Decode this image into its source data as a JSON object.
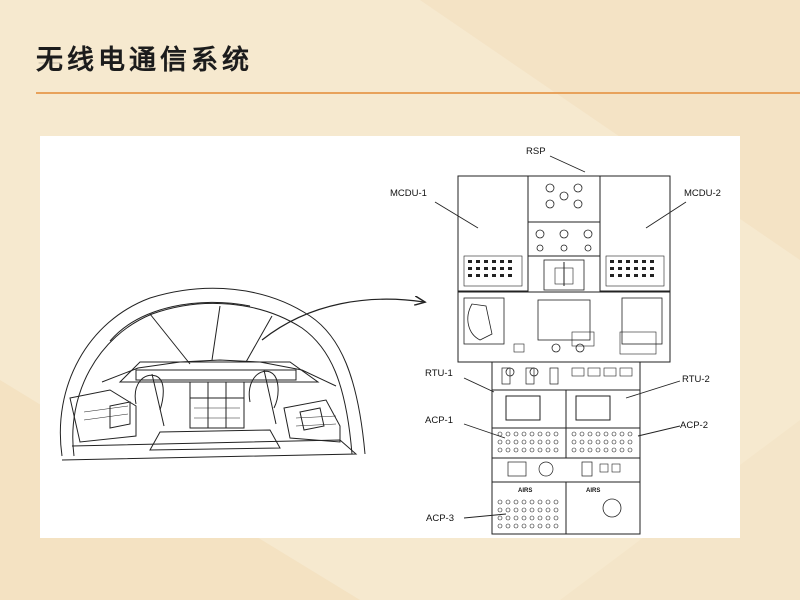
{
  "slide": {
    "title": "无线电通信系统"
  },
  "diagram": {
    "labels": {
      "rsp": "RSP",
      "mcdu1": "MCDU-1",
      "mcdu2": "MCDU-2",
      "rtu1": "RTU-1",
      "rtu2": "RTU-2",
      "acp1": "ACP-1",
      "acp2": "ACP-2",
      "acp3": "ACP-3",
      "airs_left": "AIRS",
      "airs_right": "AIRS"
    }
  },
  "colors": {
    "background": "#f6e9cf",
    "rule": "#e8a25b",
    "title": "#1c1c1c",
    "line": "#222222"
  }
}
